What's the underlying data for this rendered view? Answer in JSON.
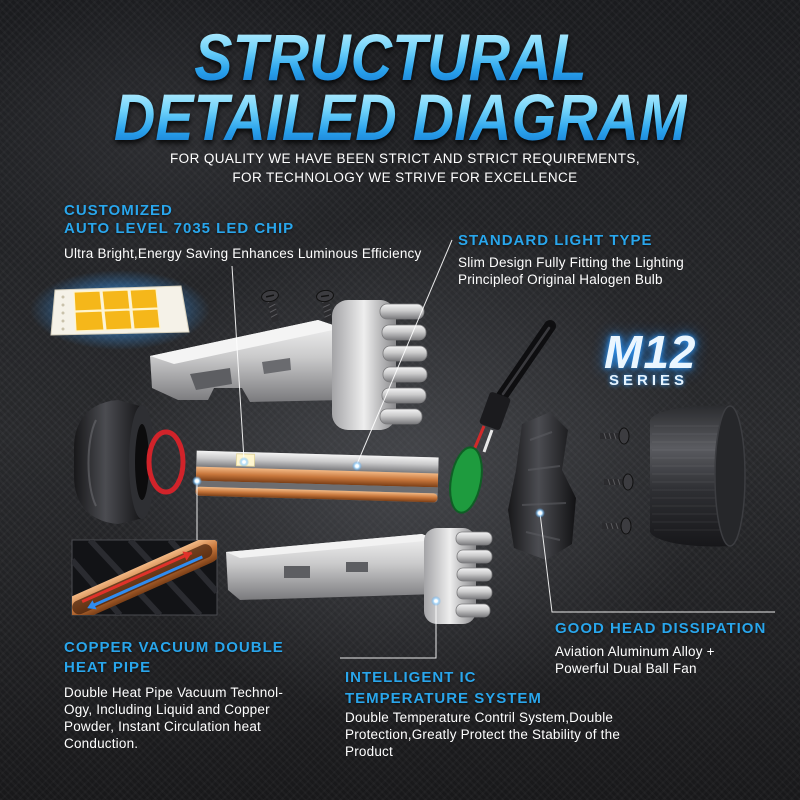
{
  "title": {
    "line1": "STRUCTURAL",
    "line2": "DETAILED DIAGRAM"
  },
  "subtitle": {
    "line1": "FOR QUALITY WE HAVE BEEN STRICT AND STRICT REQUIREMENTS,",
    "line2": "FOR TECHNOLOGY WE STRIVE FOR EXCELLENCE"
  },
  "series_logo": {
    "model": "M12",
    "series": "SERIES"
  },
  "callouts": {
    "led_chip": {
      "heading_line1": "CUSTOMIZED",
      "heading_line2": "AUTO LEVEL 7035 LED CHIP",
      "body": [
        "Ultra Bright,Energy Saving Enhances Luminous Efficiency"
      ]
    },
    "light_type": {
      "heading": "STANDARD LIGHT TYPE",
      "body": [
        "Slim Design Fully Fitting the Lighting",
        "Principleof Original Halogen Bulb"
      ]
    },
    "heat_pipe": {
      "heading_line1": "COPPER VACUUM DOUBLE",
      "heading_line2": "HEAT PIPE",
      "body": [
        "Double Heat Pipe Vacuum Technol-",
        "Ogy, Including Liquid and Copper",
        "Powder, Instant Circulation heat",
        "Conduction."
      ]
    },
    "dissipation": {
      "heading": "GOOD HEAD DISSIPATION",
      "body": [
        "Aviation Aluminum Alloy +",
        "Powerful Dual Ball Fan"
      ]
    },
    "ic_system": {
      "heading_line1": "INTELLIGENT IC",
      "heading_line2": "TEMPERATURE SYSTEM",
      "body": [
        "Double Temperature Contril System,Double",
        "Protection,Greatly Protect the Stability of the",
        "Product"
      ]
    }
  },
  "illustration_parts": [
    "led-chip-icon",
    "screw-icon",
    "upper-heatsink-housing",
    "heat-pipe-pcb",
    "bulb-base-adapter",
    "o-ring",
    "heat-pipe-cutaway-inset",
    "lower-heatsink-housing",
    "power-cable-connector",
    "thermal-pad",
    "fan-bracket",
    "dust-cover-cap"
  ],
  "colors": {
    "accent": "#29a6ec",
    "text": "#ffffff",
    "background": "#1b1b1d",
    "copper": "#c8773c",
    "o_ring": "#d1232a",
    "thermal_pad": "#1e9b3e",
    "logo_glow": "#2f9cff"
  }
}
